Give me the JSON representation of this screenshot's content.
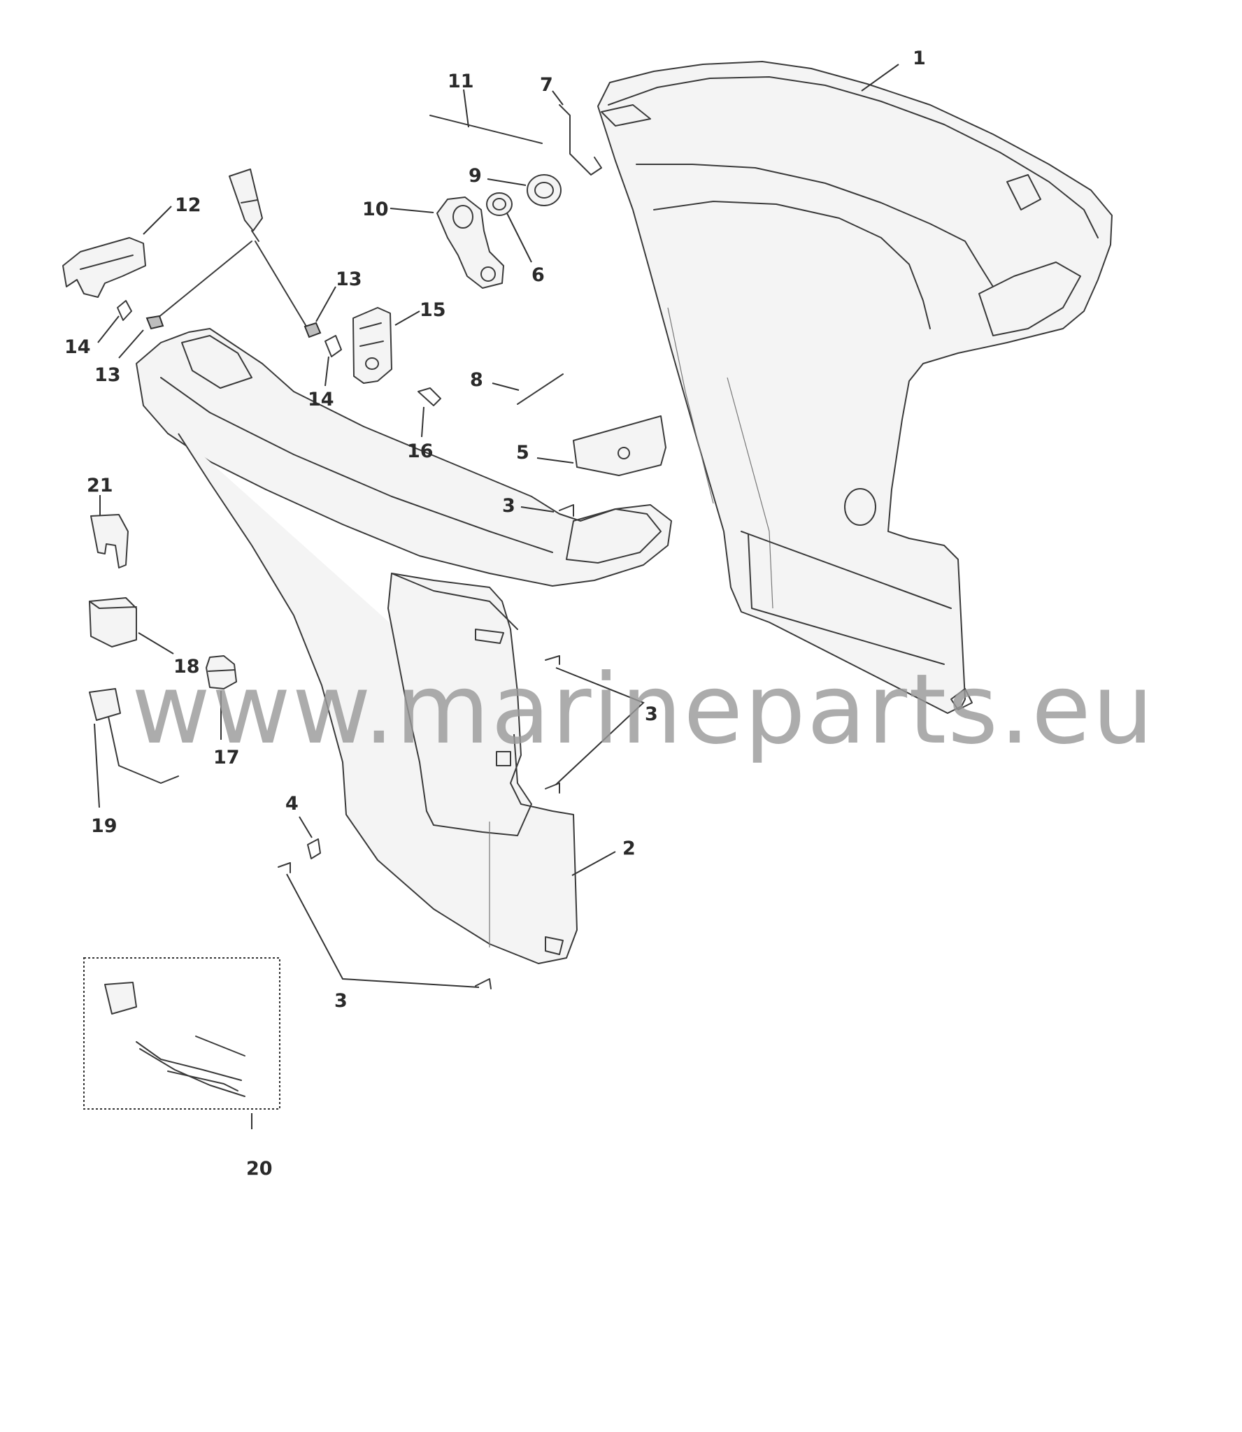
{
  "watermark": "www.marineparts.eu",
  "callouts": [
    {
      "id": "1",
      "label": "1"
    },
    {
      "id": "2",
      "label": "2"
    },
    {
      "id": "3a",
      "label": "3"
    },
    {
      "id": "3b",
      "label": "3"
    },
    {
      "id": "3c",
      "label": "3"
    },
    {
      "id": "4",
      "label": "4"
    },
    {
      "id": "5",
      "label": "5"
    },
    {
      "id": "6",
      "label": "6"
    },
    {
      "id": "7",
      "label": "7"
    },
    {
      "id": "8",
      "label": "8"
    },
    {
      "id": "9",
      "label": "9"
    },
    {
      "id": "10",
      "label": "10"
    },
    {
      "id": "11",
      "label": "11"
    },
    {
      "id": "12",
      "label": "12"
    },
    {
      "id": "13a",
      "label": "13"
    },
    {
      "id": "13b",
      "label": "13"
    },
    {
      "id": "14a",
      "label": "14"
    },
    {
      "id": "14b",
      "label": "14"
    },
    {
      "id": "15",
      "label": "15"
    },
    {
      "id": "16",
      "label": "16"
    },
    {
      "id": "17",
      "label": "17"
    },
    {
      "id": "18",
      "label": "18"
    },
    {
      "id": "19",
      "label": "19"
    },
    {
      "id": "20",
      "label": "20"
    },
    {
      "id": "21",
      "label": "21"
    }
  ]
}
